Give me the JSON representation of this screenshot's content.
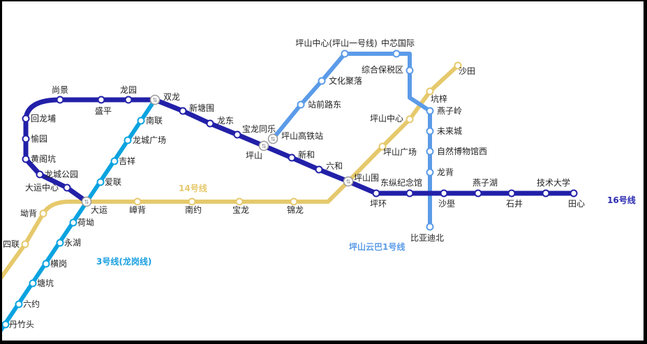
{
  "colors": {
    "line16": "#2220a8",
    "line3": "#0ba3e0",
    "line14": "#e6c96c",
    "yunba1": "#5b9be8",
    "interchange": "#9a9a9a"
  },
  "line_labels": {
    "line16": "16号线",
    "line3": "3号线(龙岗线)",
    "line14": "14号线",
    "yunba1": "坪山云巴1号线"
  },
  "line16": {
    "stations": [
      "大运",
      "大运中心",
      "龙城公园",
      "黄阁坑",
      "愉园",
      "回龙埔",
      "尚景",
      "盛平",
      "龙园",
      "双龙",
      "新塘围",
      "龙东",
      "宝龙同乐",
      "坪山",
      "新和",
      "六和",
      "坪山围",
      "坪环",
      "东纵纪念馆",
      "沙壆",
      "燕子湖",
      "石井",
      "技术大学",
      "田心"
    ]
  },
  "line3": {
    "stations": [
      "南联",
      "龙城广场",
      "吉祥",
      "爱联",
      "荷坳",
      "永湖",
      "横岗",
      "塘坑",
      "六约",
      "丹竹头"
    ]
  },
  "line14": {
    "stations": [
      "四联",
      "坳背",
      "嶂背",
      "南约",
      "宝龙",
      "锦龙",
      "坪山广场",
      "坪山中心",
      "坑梓",
      "沙田"
    ]
  },
  "yunba1": {
    "stations": [
      "坪山高铁站",
      "站前路东",
      "文化聚落",
      "坪山中心(坪山一号线)",
      "中芯国际",
      "综合保税区",
      "燕子岭",
      "未来城",
      "自然博物馆西",
      "龙背",
      "比亚迪北"
    ]
  }
}
